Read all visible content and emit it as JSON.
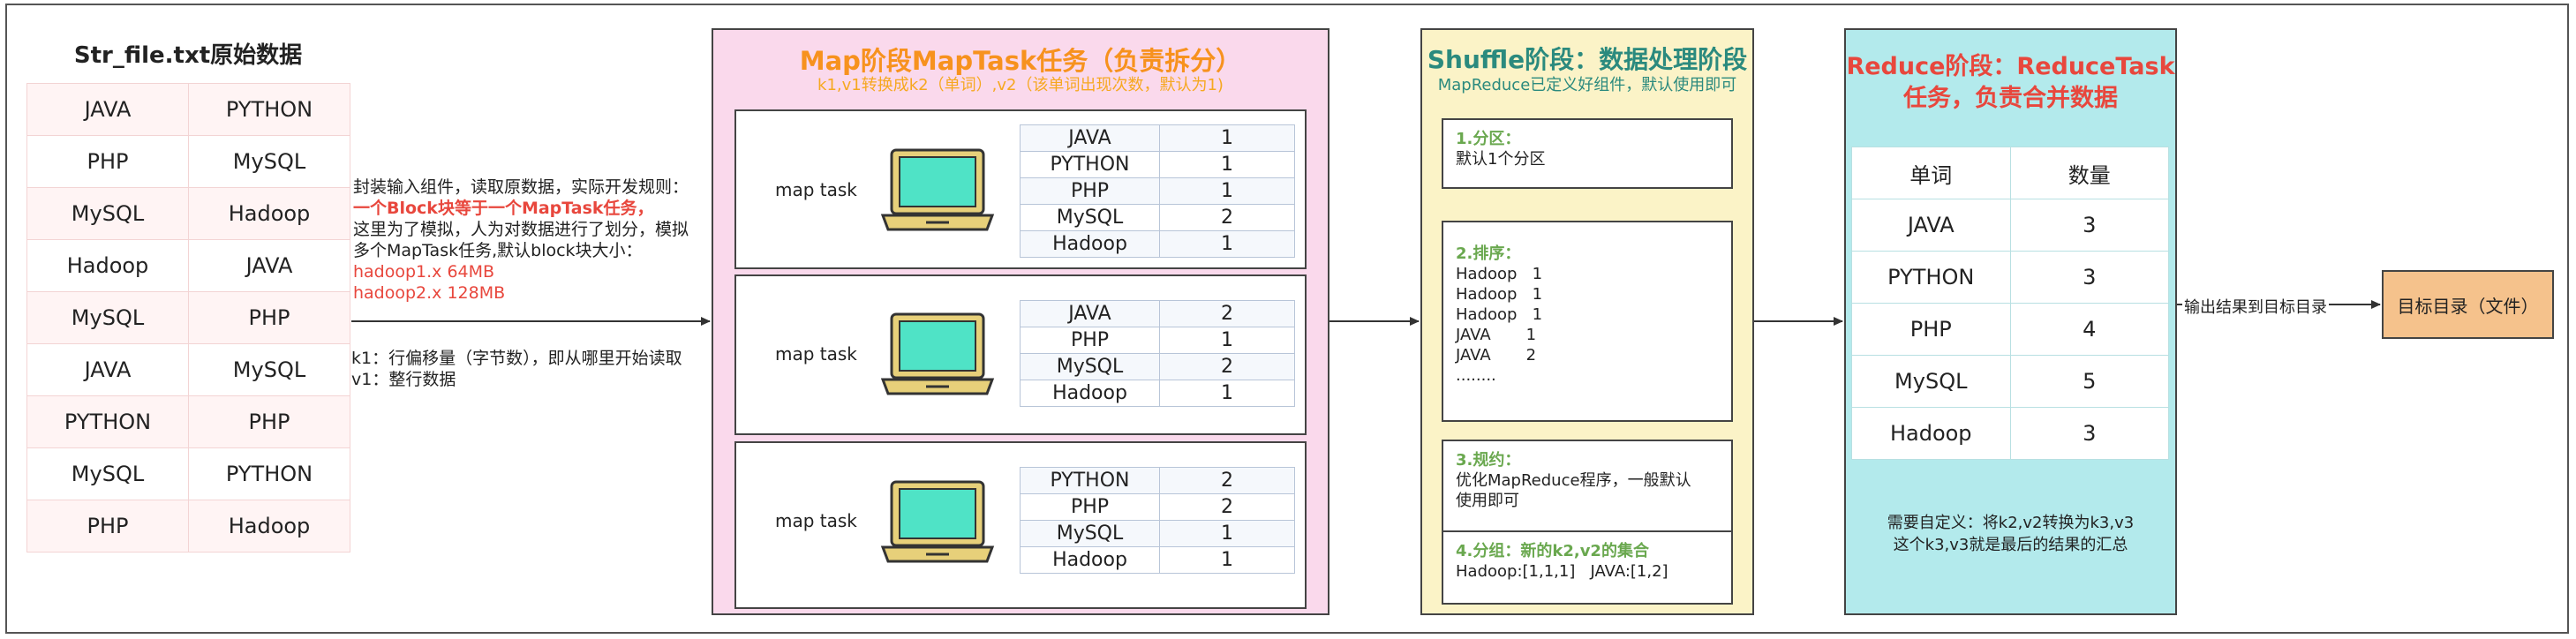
{
  "source": {
    "title": "Str_file.txt原始数据",
    "rows": [
      [
        "JAVA",
        "PYTHON"
      ],
      [
        "PHP",
        "MySQL"
      ],
      [
        "MySQL",
        "Hadoop"
      ],
      [
        "Hadoop",
        "JAVA"
      ],
      [
        "MySQL",
        "PHP"
      ],
      [
        "JAVA",
        "MySQL"
      ],
      [
        "PYTHON",
        "PHP"
      ],
      [
        "MySQL",
        "PYTHON"
      ],
      [
        "PHP",
        "Hadoop"
      ]
    ]
  },
  "input_note": {
    "line1": "封装输入组件，读取原数据，实际开发规则：",
    "line2": "一个Block块等于一个MapTask任务，",
    "line3": "这里为了模拟，人为对数据进行了划分，模拟",
    "line4": "多个MapTask任务,默认block块大小：",
    "line5": "hadoop1.x 64MB",
    "line6": "hadoop2.x 128MB",
    "k1": "k1：行偏移量（字节数），即从哪里开始读取",
    "v1": "v1：整行数据"
  },
  "map_stage": {
    "title": "Map阶段MapTask任务（负责拆分）",
    "subtitle": "k1,v1转换成k2（单词）,v2（该单词出现次数，默认为1)",
    "tasks": [
      {
        "label": "map task",
        "rows": [
          [
            "JAVA",
            "1"
          ],
          [
            "PYTHON",
            "1"
          ],
          [
            "PHP",
            "1"
          ],
          [
            "MySQL",
            "2"
          ],
          [
            "Hadoop",
            "1"
          ]
        ]
      },
      {
        "label": "map task",
        "rows": [
          [
            "JAVA",
            "2"
          ],
          [
            "PHP",
            "1"
          ],
          [
            "MySQL",
            "2"
          ],
          [
            "Hadoop",
            "1"
          ]
        ]
      },
      {
        "label": "map task",
        "rows": [
          [
            "PYTHON",
            "2"
          ],
          [
            "PHP",
            "2"
          ],
          [
            "MySQL",
            "1"
          ],
          [
            "Hadoop",
            "1"
          ]
        ]
      }
    ]
  },
  "shuffle_stage": {
    "title": "Shuffle阶段：数据处理阶段",
    "subtitle": "MapReduce已定义好组件，默认使用即可",
    "partition": {
      "heading": "1.分区：",
      "text": "默认1个分区"
    },
    "sort": {
      "heading": "2.排序：",
      "lines": [
        "Hadoop   1",
        "Hadoop   1",
        "Hadoop   1",
        "JAVA       1",
        "JAVA       2",
        "........"
      ]
    },
    "combine": {
      "heading": "3.规约：",
      "text1": "优化MapReduce程序，一般默认",
      "text2": "使用即可"
    },
    "group": {
      "heading": "4.分组：新的k2,v2的集合",
      "text": "Hadoop:[1,1,1]   JAVA:[1,2]"
    }
  },
  "reduce_stage": {
    "title_line1": "Reduce阶段：ReduceTask",
    "title_line2": "任务，负责合并数据",
    "headers": [
      "单词",
      "数量"
    ],
    "rows": [
      [
        "JAVA",
        "3"
      ],
      [
        "PYTHON",
        "3"
      ],
      [
        "PHP",
        "4"
      ],
      [
        "MySQL",
        "5"
      ],
      [
        "Hadoop",
        "3"
      ]
    ],
    "note_line1": "需要自定义：将k2,v2转换为k3,v3",
    "note_line2": "这个k3,v3就是最后的结果的汇总"
  },
  "output": {
    "arrow_label": "输出结果到目标目录",
    "target": "目标目录（文件）"
  },
  "colors": {
    "map_bg": "#fad9ec",
    "map_title": "#f7921e",
    "shuffle_bg": "#fbf3c7",
    "shuffle_title": "#2b8a7e",
    "reduce_bg": "#b3eaec",
    "reduce_title": "#e8473d",
    "output_bg": "#f5c28c",
    "highlight_red": "#e8473d",
    "step_green": "#6aa84f"
  }
}
